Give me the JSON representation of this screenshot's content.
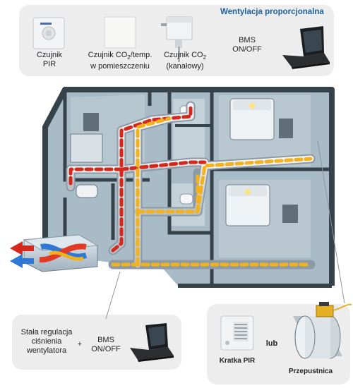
{
  "top": {
    "title": "Wentylacja proporcjonalna",
    "pir_line1": "Czujnik",
    "pir_line2": "PIR",
    "co2room_line1": "Czujnik CO",
    "co2room_sub": "2",
    "co2room_line1b": "/temp.",
    "co2room_line2": "w pomieszczeniu",
    "co2duct_line1": "Czujnik CO",
    "co2duct_sub": "2",
    "co2duct_line2": "(kanałowy)",
    "bms_line1": "BMS",
    "bms_line2": "ON/OFF"
  },
  "bottom_left": {
    "fan_line1": "Stała regulacja",
    "fan_line2": "ciśnienia",
    "fan_line3": "wentylatora",
    "plus": "+",
    "bms_line1": "BMS",
    "bms_line2": "ON/OFF"
  },
  "bottom_right": {
    "grille_label": "Kratka PIR",
    "or_label": "lub",
    "damper_label": "Przepustnica"
  },
  "colors": {
    "title_blue": "#1f5f9e",
    "panel_gray": "#ededee",
    "supply_red": "#d4281c",
    "extract_yellow": "#f2b21d",
    "floor": "#9fb3be",
    "wall": "#36424a"
  }
}
